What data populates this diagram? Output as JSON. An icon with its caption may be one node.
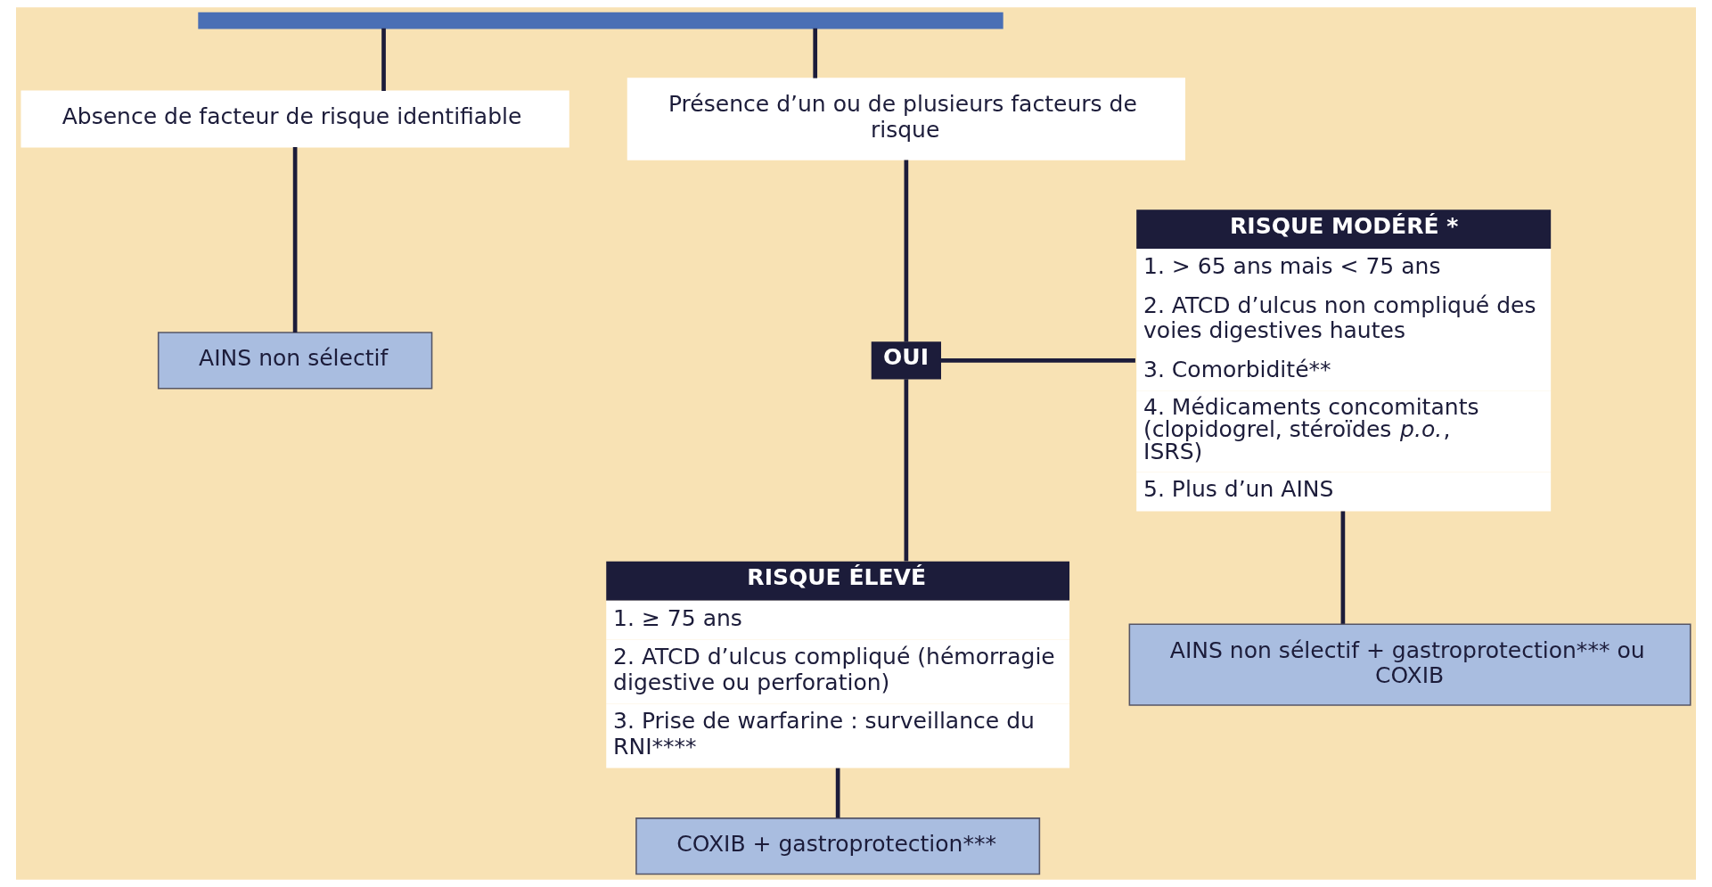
{
  "diagram": {
    "nodes": [
      {
        "text": [],
        "shape": "bar"
      },
      {
        "text": [
          "Absence de facteur de risque identifiable"
        ]
      },
      {
        "text": [
          "Présence d’un ou de plusieurs facteurs de risque"
        ]
      },
      {
        "text": [
          "AINS non sélectif"
        ]
      },
      {
        "text": [
          "RISQUE MODÉRÉ *",
          "1. > 65 ans mais < 75 ans",
          "2. ATCD d’ulcus non compliqué des voies digestives hautes",
          "3. Comorbidité**",
          "4. Médicaments concomitants (clopidogrel, stéroïdes *p.o.*, ISRS)",
          "5. Plus d’un AINS"
        ]
      },
      {
        "text": [
          "OUI"
        ]
      },
      {
        "text": [
          "RISQUE ÉLEVÉ",
          "1. ≥ 75 ans",
          "2. ATCD d’ulcus compliqué (hémorragie digestive ou perforation)",
          "3. Prise de warfarine : surveillance du RNI****"
        ]
      },
      {
        "text": [
          "AINS non sélectif + gastroprotection*** ou COXIB"
        ]
      },
      {
        "text": [
          "COXIB + gastroprotection***"
        ]
      }
    ],
    "edges": [
      {
        "from": 0,
        "to": 1,
        "arrow": "none"
      },
      {
        "from": 0,
        "to": 2,
        "arrow": "none"
      },
      {
        "from": 1,
        "to": 3,
        "arrow": "none"
      },
      {
        "from": 2,
        "to": 5,
        "arrow": "none"
      },
      {
        "from": 5,
        "to": 4,
        "arrow": "none"
      },
      {
        "from": 5,
        "to": 6,
        "arrow": "none"
      },
      {
        "from": 4,
        "to": 7,
        "arrow": "none"
      },
      {
        "from": 6,
        "to": 8,
        "arrow": "none"
      }
    ]
  }
}
